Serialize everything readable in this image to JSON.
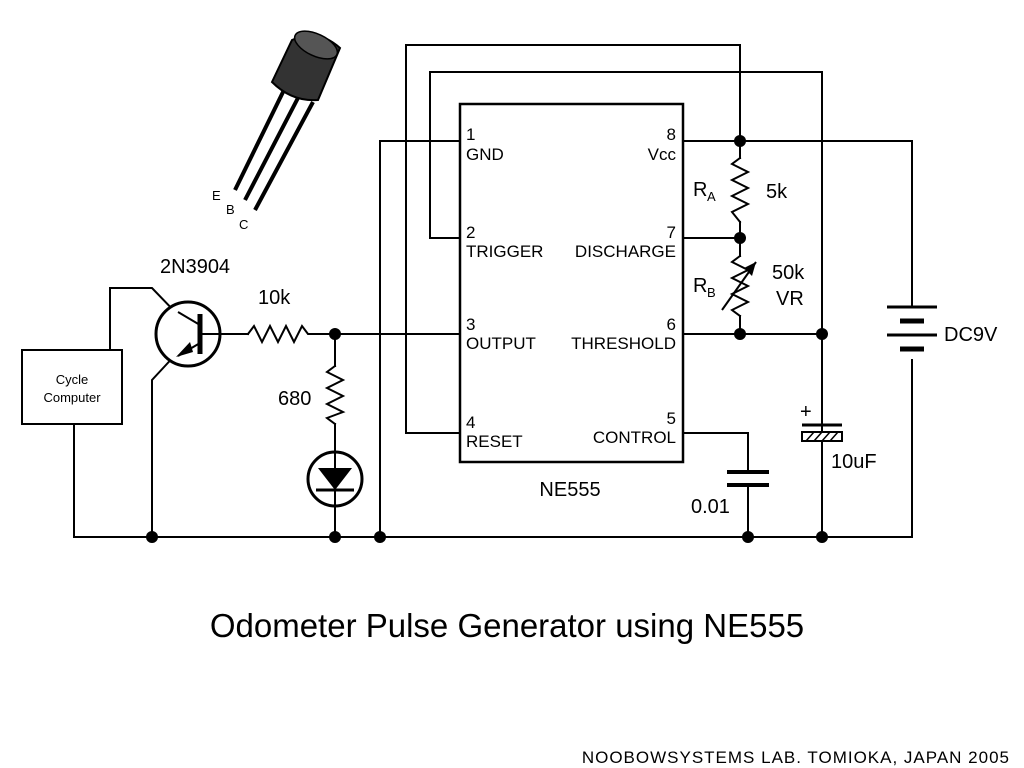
{
  "diagram": {
    "title": "Odometer Pulse Generator using NE555",
    "credit": "NOOBOWSYSTEMS LAB. TOMIOKA, JAPAN 2005",
    "ic": {
      "name": "NE555",
      "pins": [
        {
          "num": "1",
          "label": "GND"
        },
        {
          "num": "2",
          "label": "TRIGGER"
        },
        {
          "num": "3",
          "label": "OUTPUT"
        },
        {
          "num": "4",
          "label": "RESET"
        },
        {
          "num": "5",
          "label": "CONTROL"
        },
        {
          "num": "6",
          "label": "THRESHOLD"
        },
        {
          "num": "7",
          "label": "DISCHARGE"
        },
        {
          "num": "8",
          "label": "Vcc"
        }
      ]
    },
    "components": {
      "transistor": "2N3904",
      "transistor_pins": [
        "E",
        "B",
        "C"
      ],
      "base_resistor": "10k",
      "led_resistor": "680",
      "ra_main": "R",
      "ra_sub": "A",
      "ra_value": "5k",
      "rb_main": "R",
      "rb_sub": "B",
      "rb_value": "50k",
      "rb_type": "VR",
      "cap_control": "0.01",
      "cap_timing": "10uF",
      "cap_polarity": "+",
      "battery": "DC9V",
      "cycle_computer_line1": "Cycle",
      "cycle_computer_line2": "Computer"
    }
  }
}
